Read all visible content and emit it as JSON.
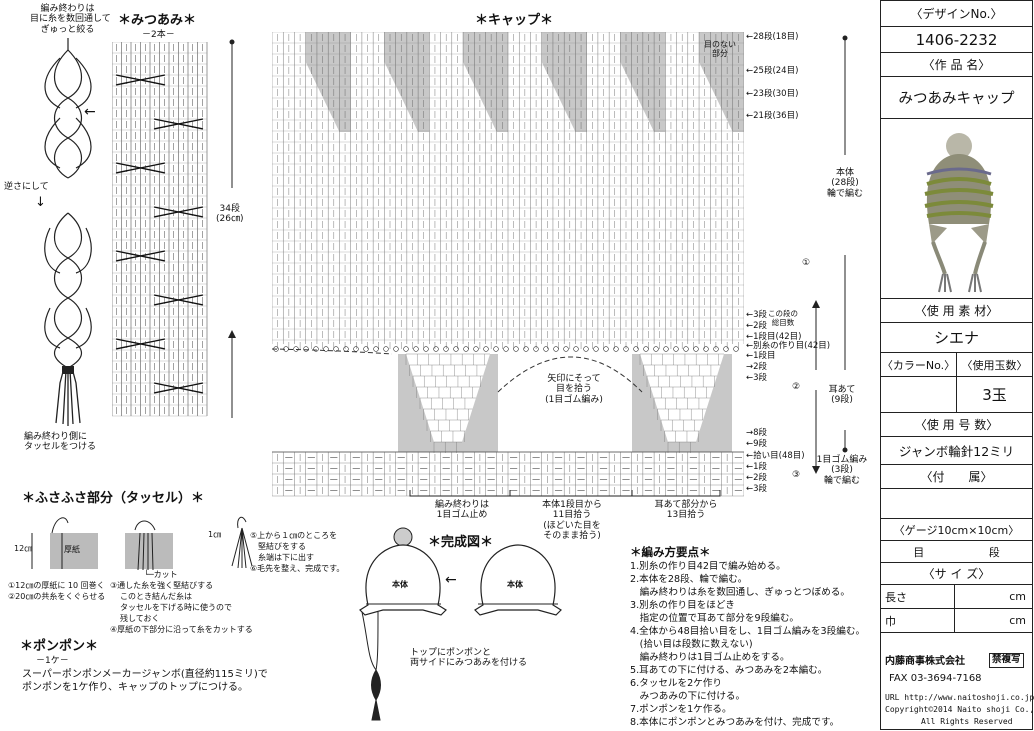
{
  "braid": {
    "title": "＊みつあみ＊",
    "sub": "－2本－",
    "rows": "34段",
    "rows_cm": "(26㎝)",
    "top_note": [
      "編み終わりは",
      "目に糸を数回通して",
      "ぎゅっと絞る"
    ],
    "flip_note": "逆さにして",
    "tassel_note": [
      "編み終わり側に",
      "タッセルをつける"
    ]
  },
  "cap": {
    "title": "＊キャップ＊",
    "no_stitch": [
      "目のない",
      "部分"
    ],
    "row_labels": [
      "←28段(18目)",
      "←25段(24目)",
      "←23段(30目)",
      "←21段(36目)",
      "←3段",
      "←2段",
      "←1段目(42目)",
      "←別糸の作り目(42目)",
      "←1段目",
      "→2段",
      "←3段",
      "→8段",
      "←9段",
      "←拾い目(48目)",
      "←1段",
      "←2段",
      "←3段"
    ],
    "ribbon_note": [
      "この段の",
      "総目数"
    ],
    "center_note": [
      "矢印にそって",
      "目を拾う",
      "(1目ゴム編み)"
    ],
    "body_label": [
      "本体",
      "(28段)",
      "輪で編む"
    ],
    "ear_label": [
      "耳あて",
      "(9段)"
    ],
    "rib_label": [
      "1目ゴム編み",
      "(3段)",
      "輪で編む"
    ],
    "circle1": "①",
    "circle2": "②",
    "circle3": "③",
    "bottom_notes": [
      [
        "編み終わりは",
        "1目ゴム止め"
      ],
      [
        "本体1段目から",
        "11目拾う",
        "(ほどいた目を",
        "そのまま拾う)"
      ],
      [
        "耳あて部分から",
        "13目拾う"
      ]
    ]
  },
  "tassel": {
    "title": "＊ふさふさ部分（タッセル）＊",
    "size1": "12㎝",
    "board": "厚紙",
    "cut": "└─カット",
    "size2": "1㎝",
    "steps": [
      "①12㎝の厚紙に 10 回巻く",
      "②20㎝の共糸をくぐらせる",
      "③通した糸を強く堅結びする",
      "このとき結んだ糸は",
      "タッセルを下げる時に使うので",
      "残しておく",
      "④厚紙の下部分に沿って糸をカットする",
      "⑤上から１㎝のところを",
      "堅結びをする",
      "糸端は下に出す",
      "⑥毛先を整え、完成です。"
    ]
  },
  "pompom": {
    "title": "＊ポンポン＊",
    "sub": "－1ケ－",
    "text": [
      "スーパーポンポンメーカージャンボ(直径約115ミリ)で",
      "ポンポンを1ケ作り、キャップのトップにつける。"
    ]
  },
  "finished": {
    "title": "＊完成図＊",
    "body": "本体",
    "body2": "本体",
    "note": [
      "トップにポンポンと",
      "両サイドにみつあみを付ける"
    ]
  },
  "points": {
    "title": "＊編み方要点＊",
    "items": [
      "1.別糸の作り目42目で編み始める。",
      "2.本体を28段、輪で編む。",
      "　編み終わりは糸を数回通し、ぎゅっとつぼめる。",
      "3.別糸の作り目をほどき",
      "　指定の位置で耳あて部分を9段編む。",
      "4.全体から48目拾い目をし、1目ゴム編みを3段編む。",
      "　(拾い目は段数に数えない)",
      "　編み終わりは1目ゴム止めをする。",
      "5.耳あての下に付ける、みつあみを2本編む。",
      "6.タッセルを2ケ作り",
      "　みつあみの下に付ける。",
      "7.ポンポンを1ケ作る。",
      "8.本体にポンポンとみつあみを付け、完成です。"
    ]
  },
  "panel": {
    "design_no_h": "〈デザインNo.〉",
    "design_no": "1406-2232",
    "name_h": "〈作 品 名〉",
    "name": "みつあみキャップ",
    "material_h": "〈使 用 素 材〉",
    "material": "シエナ",
    "color_h": "〈カラーNo.〉",
    "balls_h": "〈使用玉数〉",
    "color": "",
    "balls": "3玉",
    "needle_h": "〈使 用 号 数〉",
    "needle": "ジャンボ輪針12ミリ",
    "attach_h": "〈付　　属〉",
    "attach": "",
    "gauge_h": "〈ゲージ10cm×10cm〉",
    "gauge_stitch": "目",
    "gauge_row": "段",
    "size_h": "〈サ イ ズ〉",
    "len_k": "長さ",
    "len_u": "cm",
    "width_k": "巾",
    "width_u": "cm",
    "company": "内藤商事株式会社",
    "no_copy": "禁複写",
    "fax": "FAX 03-3694-7168",
    "url": "URL  http://www.naitoshoji.co.jp",
    "copyright": "Copyright©2014 Naito shoji Co.,Ltd.",
    "rights": "All Rights Reserved"
  }
}
